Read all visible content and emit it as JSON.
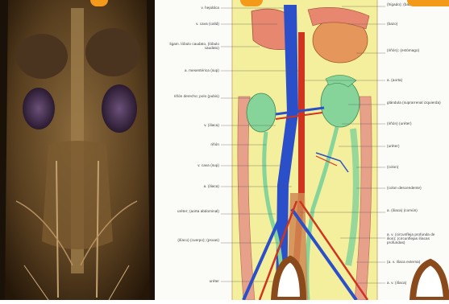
{
  "left_labels": [
    "v. hepática",
    "v. cava (calid)",
    "ligam. lóbulo caudato, (lóbulo caudato)",
    "a. mesentérica (sup)",
    "riñón derecho; polo (pubis)",
    "v. (iliaca)",
    "riñón",
    "v. cava (sup)",
    "a. (iliaca)",
    "uréter; (aorta abdominal)",
    "(ilíaco) (cuerpo); (psoas)",
    "uréter"
  ],
  "right_labels": [
    "(hígado); (bazo)",
    "(bazo)",
    "(riñón); (estómago)",
    "a. (aorta)",
    "glándula (suprarrenal izquierda)",
    "(riñón) (uréter)",
    "(uréter)",
    "(colon)",
    "(colon descendente)",
    "a. (iliaca) (común)",
    "a. v. (circunfleja profunda de ilion); (circunflejas ilíacas profundas)",
    "(a. v. ilíaca externa)",
    "a. v. (ilíaca)"
  ],
  "colors": {
    "orange_accent": "#f39a1b",
    "vein": "#2b4fc9",
    "artery": "#d0331f",
    "organ_green": "#86d49a",
    "organ_orange": "#e5965a",
    "background_yellow": "#f4ef9c"
  }
}
